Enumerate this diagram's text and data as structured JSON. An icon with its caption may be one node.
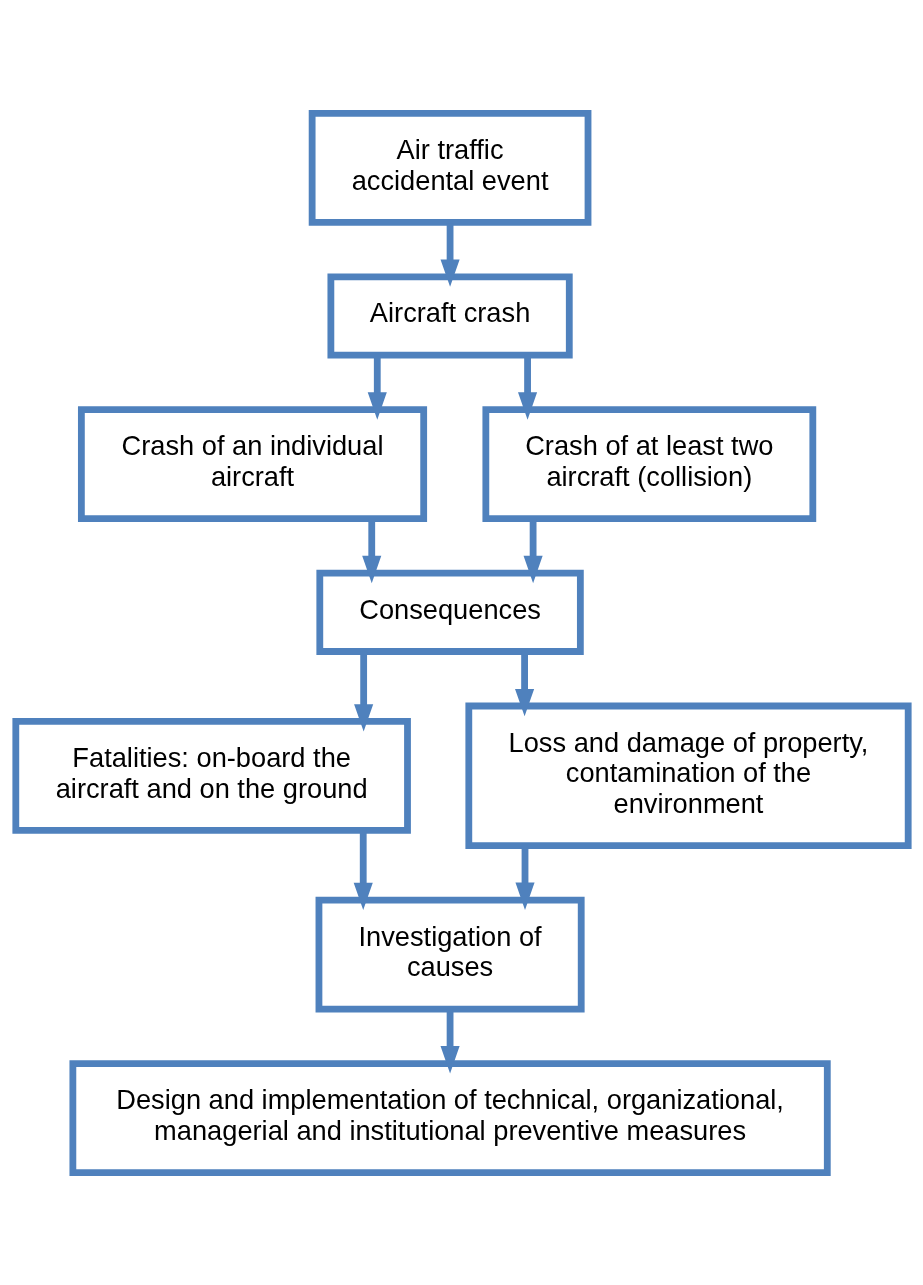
{
  "diagram": {
    "nodes": [
      {
        "text": [
          "Air traffic accidental event"
        ]
      },
      {
        "text": [
          "Aircraft crash"
        ]
      },
      {
        "text": [
          "Crash of an individual aircraft"
        ]
      },
      {
        "text": [
          "Crash of at least two aircraft (collision)"
        ]
      },
      {
        "text": [
          "Consequences"
        ]
      },
      {
        "text": [
          "Fatalities: on-board the aircraft and on the ground"
        ]
      },
      {
        "text": [
          "Loss and damage of property, contamination of the environment"
        ]
      },
      {
        "text": [
          "Investigation of causes"
        ]
      },
      {
        "text": [
          "Design and implementation of technical, organizational, managerial and institutional preventive measures"
        ]
      }
    ],
    "edges": [
      {
        "from": 0,
        "to": 1,
        "arrow": "to"
      },
      {
        "from": 1,
        "to": 2,
        "arrow": "to"
      },
      {
        "from": 1,
        "to": 3,
        "arrow": "to"
      },
      {
        "from": 2,
        "to": 4,
        "arrow": "to"
      },
      {
        "from": 3,
        "to": 4,
        "arrow": "to"
      },
      {
        "from": 4,
        "to": 5,
        "arrow": "to"
      },
      {
        "from": 4,
        "to": 6,
        "arrow": "to"
      },
      {
        "from": 5,
        "to": 7,
        "arrow": "to"
      },
      {
        "from": 6,
        "to": 7,
        "arrow": "to"
      },
      {
        "from": 7,
        "to": 8,
        "arrow": "to"
      }
    ]
  }
}
